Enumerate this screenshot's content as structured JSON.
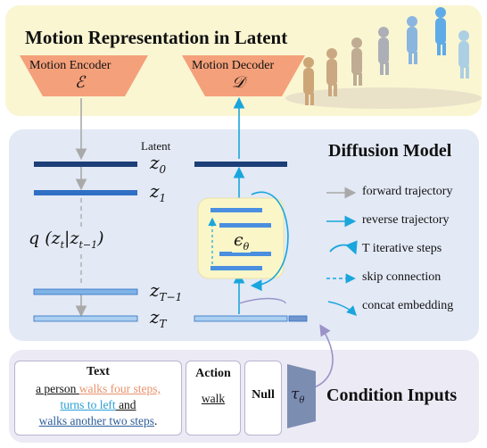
{
  "motion_panel": {
    "title": "Motion Representation in Latent",
    "encoder_label": "Motion Encoder",
    "encoder_symbol": "ℰ",
    "decoder_label": "Motion Decoder",
    "decoder_symbol": "𝒟"
  },
  "diffusion_panel": {
    "title": "Diffusion Model",
    "latent_label": "Latent",
    "z0": "z",
    "z0_sub": "0",
    "z1": "z",
    "z1_sub": "1",
    "zT1": "z",
    "zT1_sub": "T−1",
    "zT": "z",
    "zT_sub": "T",
    "q_expr": "q (z",
    "q_expr_sub1": "t",
    "q_expr_mid": "|z",
    "q_expr_sub2": "t−1",
    "q_expr_end": ")",
    "eps": "ϵ",
    "eps_sub": "θ",
    "legend": [
      {
        "label": "forward trajectory",
        "icon": "gray-arrow-icon"
      },
      {
        "label": "reverse trajectory",
        "icon": "blue-arrow-icon"
      },
      {
        "label": "T iterative steps",
        "icon": "curved-arrow-icon"
      },
      {
        "label": "skip connection",
        "icon": "dashed-arrow-icon"
      },
      {
        "label": "concat embedding",
        "icon": "concat-arrow-icon"
      }
    ]
  },
  "condition_panel": {
    "title": "Condition Inputs",
    "text_box": {
      "title": "Text",
      "line1_a": "a person ",
      "line1_b": "walks four steps,",
      "line2": "turns to left",
      "line2_end": " and",
      "line3": "walks another two steps",
      "line3_end": "."
    },
    "action_box": {
      "title": "Action",
      "value": "walk"
    },
    "null_box": {
      "title": "Null"
    },
    "tau": "τ",
    "tau_sub": "θ"
  },
  "colors": {
    "encoder": "#f4a07a",
    "dark_bar": "#1d3f78",
    "mid_bar": "#2f6fc4",
    "light_bar": "#9ec6ea",
    "blue_arrow": "#19a6dc",
    "gray_arrow": "#a9a9a9",
    "text_orange": "#e8916a",
    "text_blue": "#2a9fd6",
    "text_navy": "#2b5c9a"
  }
}
